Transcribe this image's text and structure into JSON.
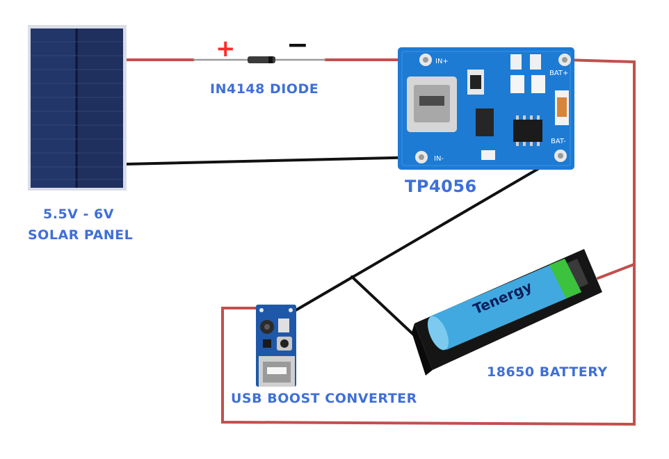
{
  "labels": {
    "diode": "IN4148 DIODE",
    "diode_plus": "+",
    "diode_minus": "−",
    "charger": "TP4056",
    "panel_line1": "5.5V - 6V",
    "panel_line2": "SOLAR PANEL",
    "battery": "18650 BATTERY",
    "booster": "USB BOOST CONVERTER"
  },
  "board_pins": {
    "in_plus": "IN+",
    "in_minus": "IN-",
    "bat_plus": "BAT+",
    "bat_minus": "BAT-"
  },
  "battery_brand": "Tenergy",
  "colors": {
    "label_blue": "#3f6fd8",
    "wire_red": "#c0504d",
    "wire_black": "#111111",
    "pcb_blue": "#1d7bd4",
    "solar_cell": "#1f2f5e",
    "battery_cell": "#41a9df",
    "battery_band": "#3cc23c",
    "plus_sign": "#ff2a2a",
    "minus_sign": "#111111"
  },
  "icons": [
    "solar-panel-icon",
    "diode-icon",
    "tp4056-board-icon",
    "battery-holder-icon",
    "boost-converter-icon",
    "usb-port-icon"
  ]
}
